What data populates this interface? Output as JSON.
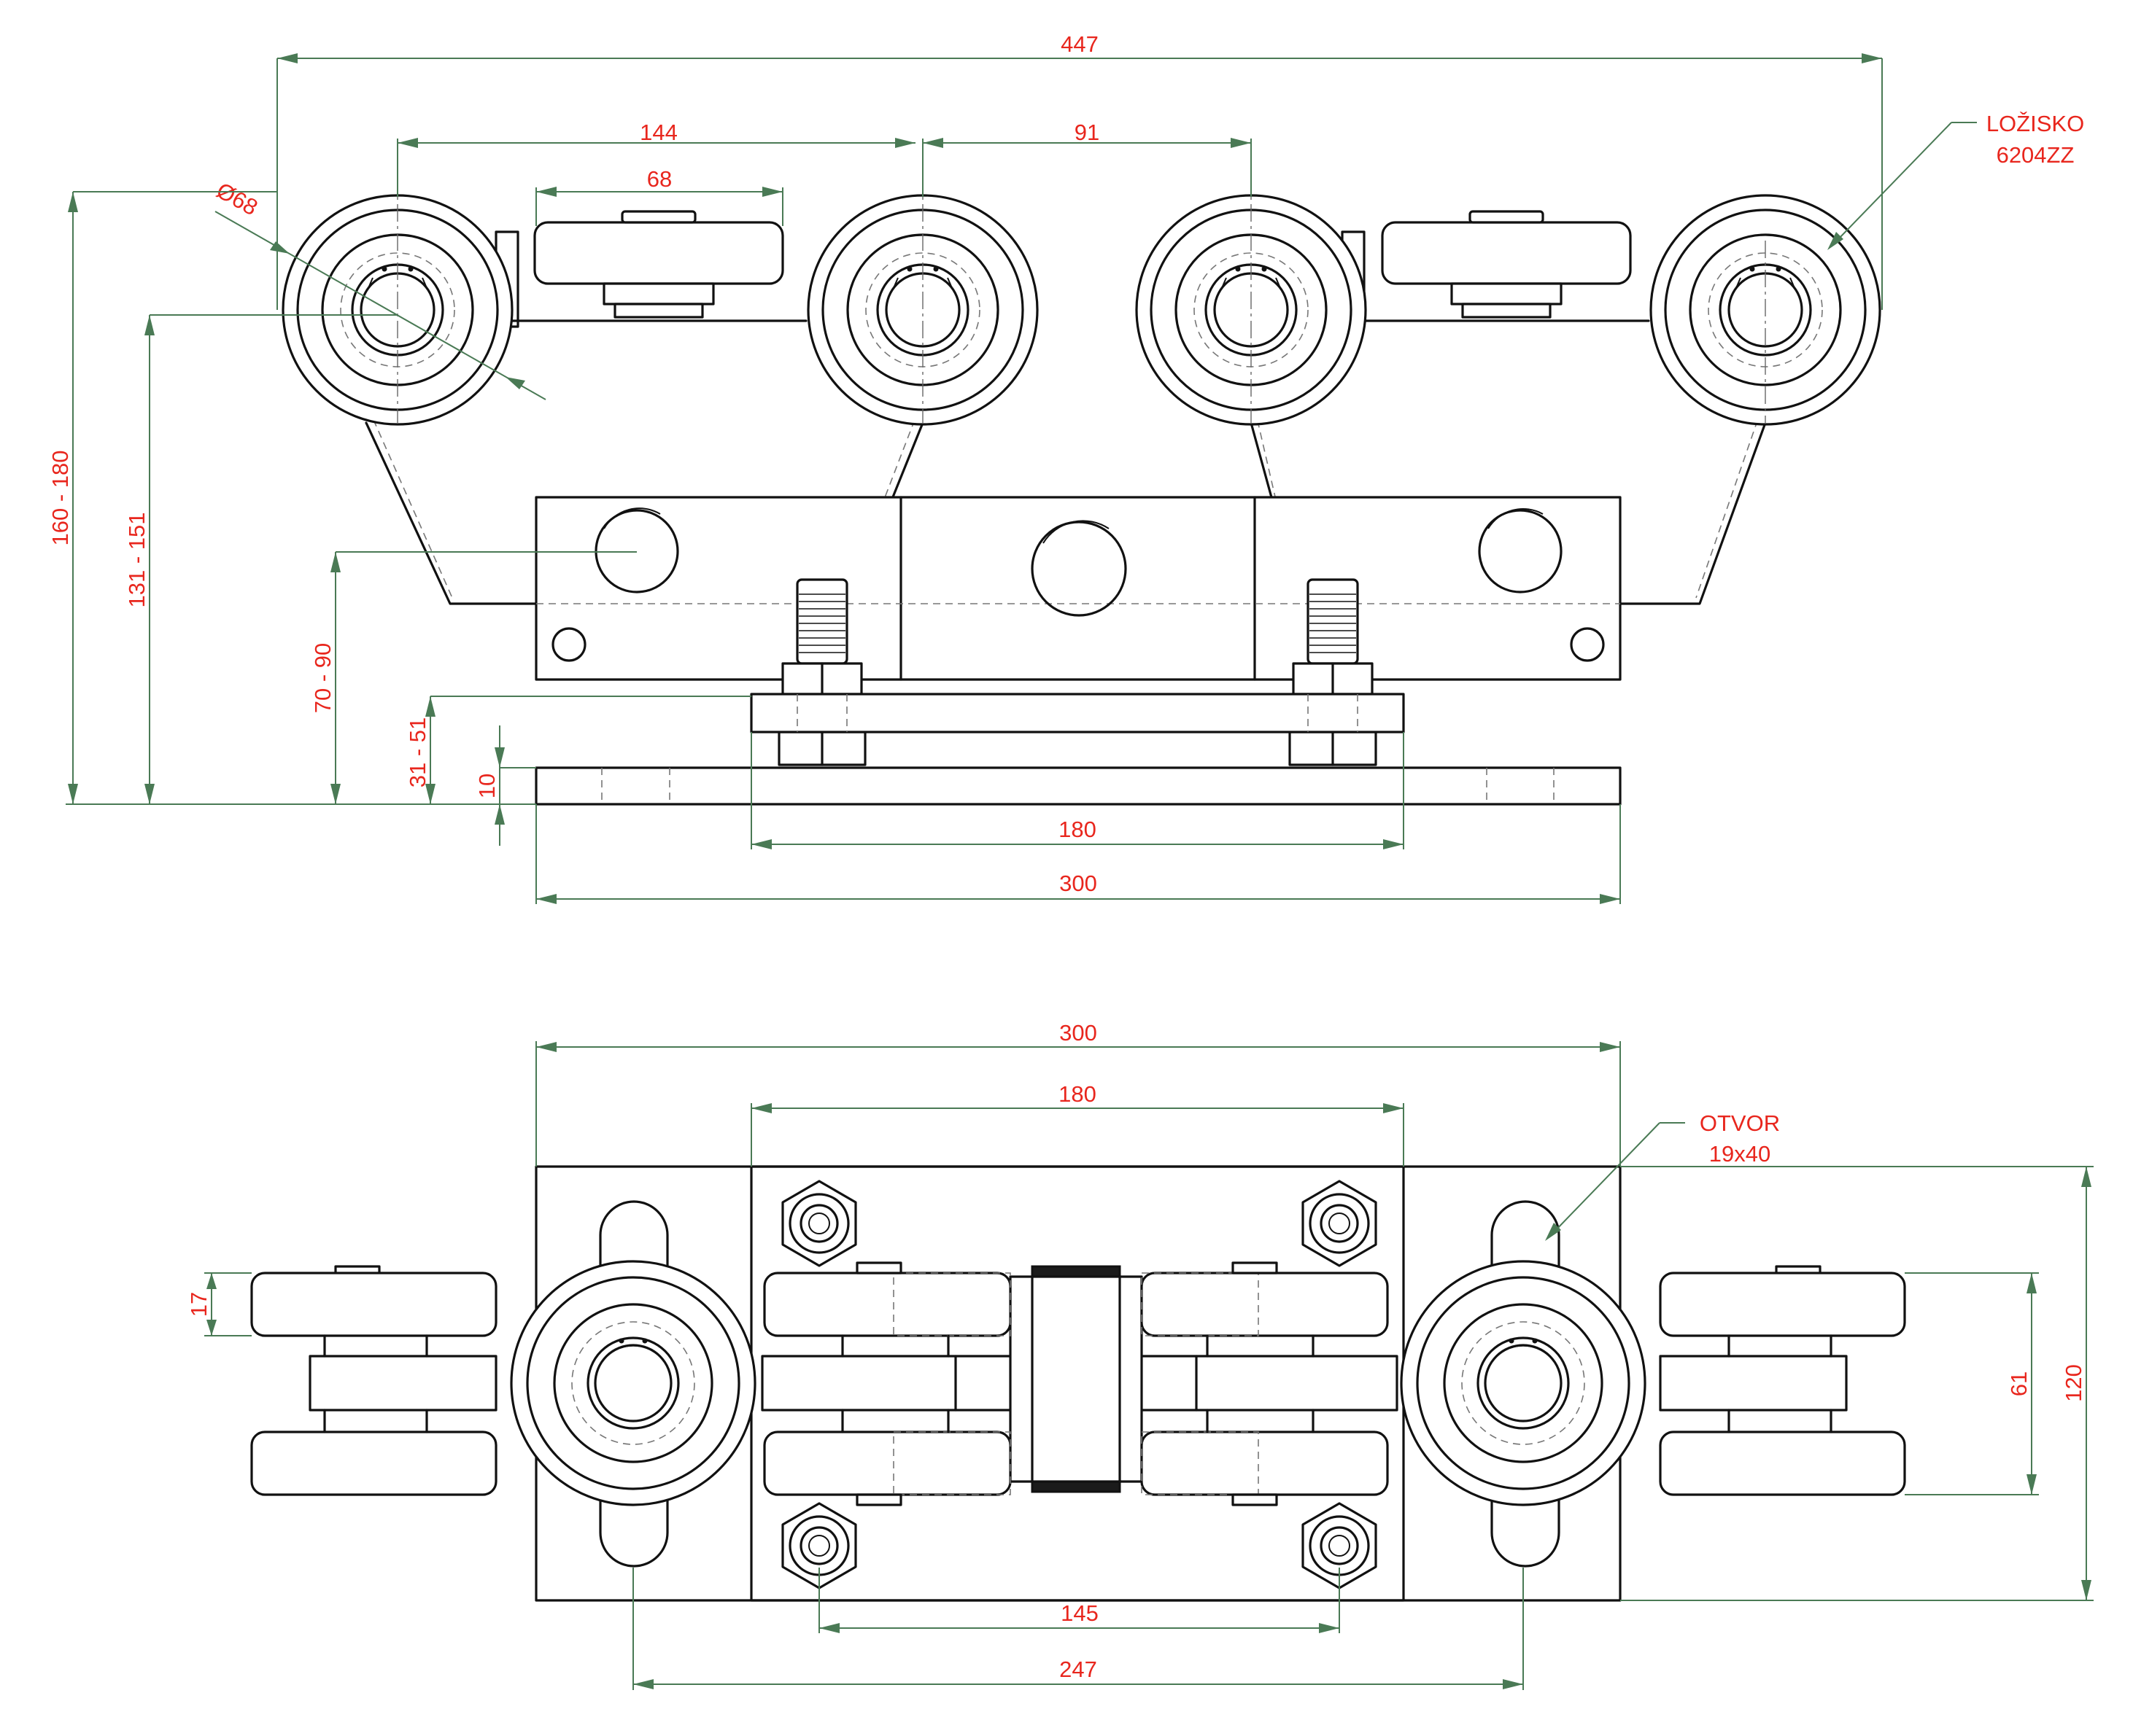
{
  "front_view": {
    "dimensions": {
      "overall_length": "447",
      "wheel_pitch_a": "144",
      "wheel_pitch_b": "91",
      "guide_roller_width": "68",
      "wheel_diameter": "Ø68",
      "overall_height": "160 - 180",
      "axle_height": "131 - 151",
      "body_axle_height": "70 - 90",
      "bracket_height": "31 - 51",
      "plate_thickness": "10",
      "bolt_spacing": "180",
      "plate_length": "300"
    },
    "callout_bearing": {
      "line1": "LOŽISKO",
      "line2": "6204ZZ"
    }
  },
  "top_view": {
    "dimensions": {
      "plate_length": "300",
      "bracket_length": "180",
      "roller_thickness": "17",
      "roller_span": "61",
      "plate_width": "120",
      "nut_spacing": "145",
      "slot_spacing": "247"
    },
    "callout_hole": {
      "line1": "OTVOR",
      "line2": "19x40"
    }
  }
}
